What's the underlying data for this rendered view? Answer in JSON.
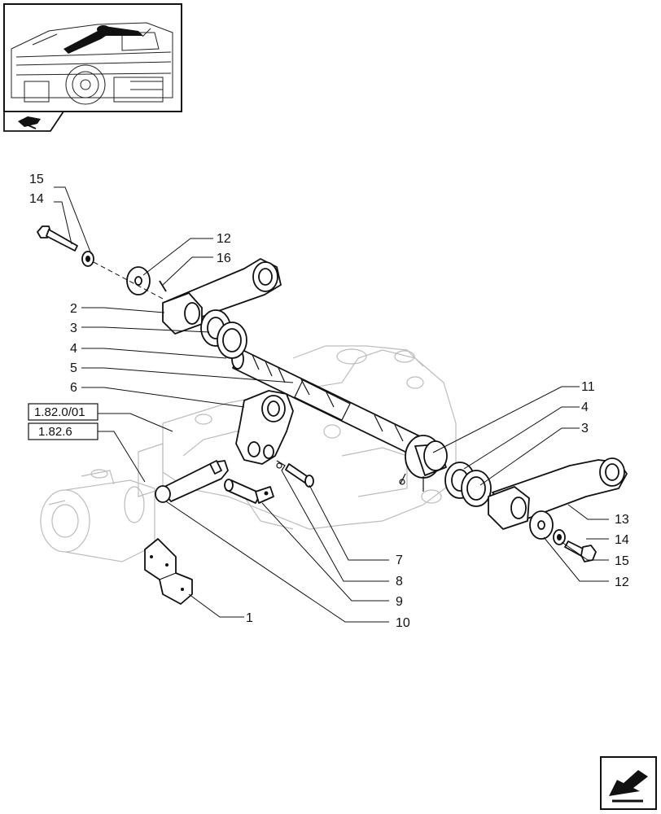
{
  "callouts": {
    "c15_top": "15",
    "c14_top": "14",
    "c12_top": "12",
    "c16": "16",
    "c2": "2",
    "c3_left": "3",
    "c4_left": "4",
    "c5": "5",
    "c6": "6",
    "c11": "11",
    "c4_right": "4",
    "c3_right": "3",
    "c13": "13",
    "c14_right": "14",
    "c15_right": "15",
    "c12_right": "12",
    "c7": "7",
    "c8": "8",
    "c9": "9",
    "c10": "10",
    "c1": "1"
  },
  "references": {
    "ref_a": "1.82.0/01",
    "ref_b": "1.82.6"
  },
  "icons": {
    "thumbnail": "tractor-location-thumbnail",
    "nav_prev": "previous-page-arrow-icon",
    "nav_next": "next-page-arrow-icon"
  }
}
